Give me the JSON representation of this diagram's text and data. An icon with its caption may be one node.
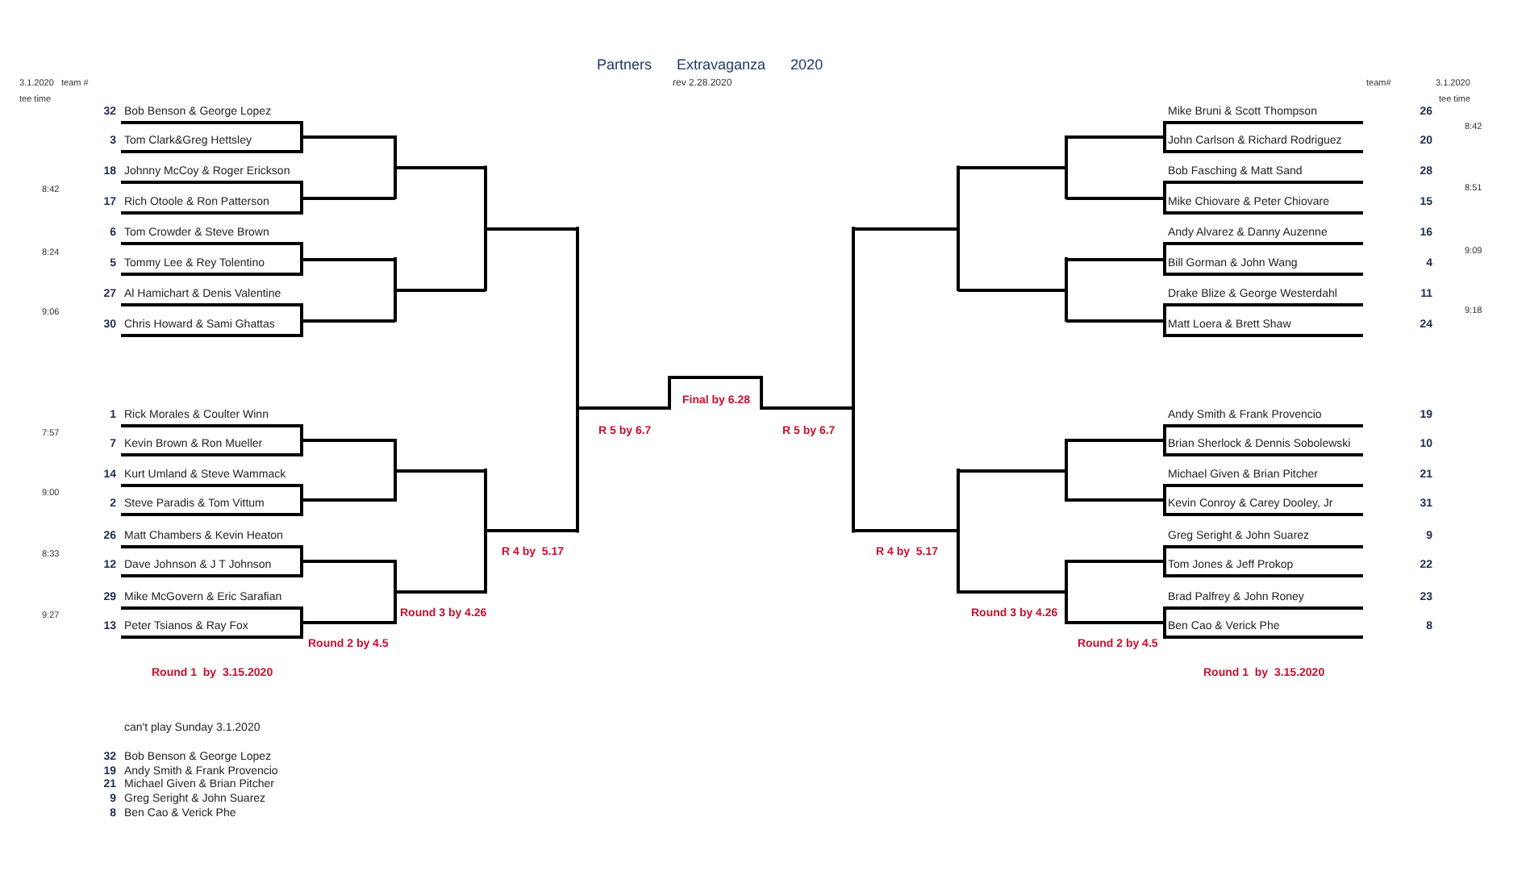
{
  "diagram": {
    "title": "Partners Extravaganza 2020",
    "nodes": [
      {
        "text": [
          "Bob Benson & George Lopez"
        ],
        "beside": [
          "32"
        ]
      },
      {
        "text": [
          "Tom Clark&Greg Hettsley"
        ],
        "beside": [
          "3"
        ]
      },
      {
        "text": [
          "Johnny McCoy & Roger Erickson"
        ],
        "beside": [
          "18"
        ]
      },
      {
        "text": [
          "Rich Otoole & Ron Patterson"
        ],
        "beside": [
          "17"
        ]
      },
      {
        "text": [
          "Tom Crowder & Steve Brown"
        ],
        "beside": [
          "6"
        ]
      },
      {
        "text": [
          "Tommy Lee & Rey Tolentino"
        ],
        "beside": [
          "5"
        ]
      },
      {
        "text": [
          "Al Hamichart & Denis Valentine"
        ],
        "beside": [
          "27"
        ]
      },
      {
        "text": [
          "Chris Howard & Sami Ghattas"
        ],
        "beside": [
          "30"
        ]
      },
      {
        "text": [
          "Rick Morales & Coulter Winn"
        ],
        "beside": [
          "1"
        ]
      },
      {
        "text": [
          "Kevin Brown & Ron Mueller"
        ],
        "beside": [
          "7"
        ]
      },
      {
        "text": [
          "Kurt Umland & Steve Wammack"
        ],
        "beside": [
          "14"
        ]
      },
      {
        "text": [
          "Steve Paradis & Tom Vittum"
        ],
        "beside": [
          "2"
        ]
      },
      {
        "text": [
          "Matt Chambers & Kevin Heaton"
        ],
        "beside": [
          "26"
        ]
      },
      {
        "text": [
          "Dave Johnson & J T Johnson"
        ],
        "beside": [
          "12"
        ]
      },
      {
        "text": [
          "Mike McGovern & Eric Sarafian"
        ],
        "beside": [
          "29"
        ]
      },
      {
        "text": [
          "Peter Tsianos & Ray Fox"
        ],
        "beside": [
          "13"
        ]
      },
      {
        "text": [],
        "shape": "line"
      },
      {
        "text": [],
        "shape": "line"
      },
      {
        "text": [],
        "shape": "line"
      },
      {
        "text": [],
        "shape": "line"
      },
      {
        "text": [],
        "shape": "line"
      },
      {
        "text": [],
        "shape": "line"
      },
      {
        "text": [],
        "shape": "line"
      },
      {
        "text": [],
        "shape": "line"
      },
      {
        "text": [],
        "shape": "line"
      },
      {
        "text": [],
        "shape": "line"
      },
      {
        "text": [],
        "shape": "line"
      },
      {
        "text": [],
        "shape": "line"
      },
      {
        "text": [],
        "shape": "line"
      },
      {
        "text": [],
        "shape": "line"
      },
      {
        "text": [],
        "shape": "line"
      },
      {
        "text": [],
        "shape": "line"
      },
      {
        "text": [],
        "shape": "line"
      },
      {
        "text": [],
        "shape": "line"
      },
      {
        "text": [],
        "shape": "line"
      },
      {
        "text": [],
        "shape": "line"
      },
      {
        "text": [],
        "shape": "line"
      },
      {
        "text": [],
        "shape": "line"
      },
      {
        "text": [],
        "shape": "line"
      },
      {
        "text": [],
        "shape": "line"
      },
      {
        "text": [],
        "shape": "line"
      },
      {
        "text": [],
        "shape": "line"
      },
      {
        "text": [],
        "shape": "line"
      },
      {
        "text": [],
        "shape": "line"
      },
      {
        "text": [],
        "shape": "line"
      },
      {
        "text": [],
        "shape": "line"
      },
      {
        "text": [],
        "shape": "line"
      },
      {
        "text": [
          "Mike Bruni & Scott Thompson"
        ]
      },
      {
        "text": [
          "John Carlson & Richard Rodriguez"
        ]
      },
      {
        "text": [
          "Bob Fasching & Matt Sand"
        ]
      },
      {
        "text": [
          "Mike Chiovare & Peter Chiovare"
        ]
      },
      {
        "text": [
          "Andy Alvarez & Danny Auzenne"
        ]
      },
      {
        "text": [
          "Bill Gorman & John Wang"
        ]
      },
      {
        "text": [
          "Drake Blize & George Westerdahl"
        ]
      },
      {
        "text": [
          "Matt Loera & Brett Shaw"
        ]
      },
      {
        "text": [
          "Andy Smith & Frank Provencio"
        ]
      },
      {
        "text": [
          "Brian Sherlock & Dennis Sobolewski"
        ]
      },
      {
        "text": [
          "Michael Given & Brian Pitcher"
        ]
      },
      {
        "text": [
          "Kevin Conroy & Carey Dooley, Jr"
        ]
      },
      {
        "text": [
          "Greg Seright & John Suarez"
        ]
      },
      {
        "text": [
          "Tom Jones & Jeff Prokop"
        ]
      },
      {
        "text": [
          "Brad Palfrey & John Roney"
        ]
      },
      {
        "text": [
          "Ben Cao & Verick Phe"
        ]
      }
    ],
    "edges": [
      {
        "from": 0,
        "to": 16,
        "arrow": "none"
      },
      {
        "from": 1,
        "to": 16,
        "arrow": "none"
      },
      {
        "from": 2,
        "to": 17,
        "arrow": "none"
      },
      {
        "from": 3,
        "to": 17,
        "arrow": "none"
      },
      {
        "from": 4,
        "to": 18,
        "arrow": "none"
      },
      {
        "from": 5,
        "to": 18,
        "arrow": "none"
      },
      {
        "from": 6,
        "to": 19,
        "arrow": "none"
      },
      {
        "from": 7,
        "to": 19,
        "arrow": "none"
      },
      {
        "from": 8,
        "to": 20,
        "arrow": "none"
      },
      {
        "from": 9,
        "to": 20,
        "arrow": "none"
      },
      {
        "from": 10,
        "to": 21,
        "arrow": "none"
      },
      {
        "from": 11,
        "to": 21,
        "arrow": "none"
      },
      {
        "from": 12,
        "to": 22,
        "arrow": "none"
      },
      {
        "from": 13,
        "to": 22,
        "arrow": "none"
      },
      {
        "from": 14,
        "to": 23,
        "arrow": "none"
      },
      {
        "from": 15,
        "to": 23,
        "arrow": "none"
      },
      {
        "from": 16,
        "to": 24,
        "arrow": "none"
      },
      {
        "from": 17,
        "to": 24,
        "arrow": "none"
      },
      {
        "from": 18,
        "to": 25,
        "arrow": "none"
      },
      {
        "from": 19,
        "to": 25,
        "arrow": "none"
      },
      {
        "from": 20,
        "to": 26,
        "arrow": "none"
      },
      {
        "from": 21,
        "to": 26,
        "arrow": "none"
      },
      {
        "from": 22,
        "to": 27,
        "arrow": "none"
      },
      {
        "from": 23,
        "to": 27,
        "arrow": "none"
      },
      {
        "from": 24,
        "to": 28,
        "arrow": "none"
      },
      {
        "from": 25,
        "to": 28,
        "arrow": "none"
      },
      {
        "from": 26,
        "to": 29,
        "arrow": "none"
      },
      {
        "from": 27,
        "to": 29,
        "arrow": "none"
      },
      {
        "from": 28,
        "to": 30,
        "arrow": "none"
      },
      {
        "from": 29,
        "to": 30,
        "arrow": "none"
      },
      {
        "from": 30,
        "to": 31,
        "arrow": "none"
      },
      {
        "from": 32,
        "to": 31,
        "arrow": "none"
      },
      {
        "from": 33,
        "to": 32,
        "arrow": "none"
      },
      {
        "from": 34,
        "to": 32,
        "arrow": "none"
      },
      {
        "from": 35,
        "to": 33,
        "arrow": "none"
      },
      {
        "from": 36,
        "to": 33,
        "arrow": "none"
      },
      {
        "from": 37,
        "to": 34,
        "arrow": "none"
      },
      {
        "from": 38,
        "to": 34,
        "arrow": "none"
      },
      {
        "from": 39,
        "to": 35,
        "arrow": "none"
      },
      {
        "from": 40,
        "to": 35,
        "arrow": "none"
      },
      {
        "from": 41,
        "to": 36,
        "arrow": "none"
      },
      {
        "from": 42,
        "to": 36,
        "arrow": "none"
      },
      {
        "from": 43,
        "to": 37,
        "arrow": "none"
      },
      {
        "from": 44,
        "to": 37,
        "arrow": "none"
      },
      {
        "from": 45,
        "to": 38,
        "arrow": "none"
      },
      {
        "from": 46,
        "to": 38,
        "arrow": "none"
      },
      {
        "from": 47,
        "to": 39,
        "arrow": "none"
      },
      {
        "from": 48,
        "to": 39,
        "arrow": "none"
      },
      {
        "from": 49,
        "to": 40,
        "arrow": "none"
      },
      {
        "from": 50,
        "to": 40,
        "arrow": "none"
      },
      {
        "from": 51,
        "to": 41,
        "arrow": "none"
      },
      {
        "from": 52,
        "to": 41,
        "arrow": "none"
      },
      {
        "from": 53,
        "to": 42,
        "arrow": "none"
      },
      {
        "from": 54,
        "to": 42,
        "arrow": "none"
      },
      {
        "from": 55,
        "to": 43,
        "arrow": "none"
      },
      {
        "from": 56,
        "to": 43,
        "arrow": "none"
      },
      {
        "from": 57,
        "to": 44,
        "arrow": "none"
      },
      {
        "from": 58,
        "to": 44,
        "arrow": "none"
      },
      {
        "from": 59,
        "to": 45,
        "arrow": "none"
      },
      {
        "from": 60,
        "to": 45,
        "arrow": "none"
      },
      {
        "from": 61,
        "to": 46,
        "arrow": "none"
      },
      {
        "from": 62,
        "to": 46,
        "arrow": "none"
      }
    ],
    "labels": [
      "3.1.2020",
      "team #",
      "tee time",
      "rev 2.28.2020",
      "team#",
      "3.1.2020",
      "tee time",
      "8:42",
      "8:24",
      "9:06",
      "7:57",
      "9:00",
      "8:33",
      "9:27",
      "8:42",
      "8:51",
      "9:09",
      "9:18",
      "26",
      "20",
      "28",
      "15",
      "16",
      "4",
      "11",
      "24",
      "19",
      "10",
      "21",
      "31",
      "9",
      "22",
      "23",
      "8",
      "Final by 6.28",
      "R 5 by 6.7",
      "R 5 by 6.7",
      "R 4 by  5.17",
      "R 4 by  5.17",
      "Round 3 by 4.26",
      "Round 3 by 4.26",
      "Round 2 by 4.5",
      "Round 2 by 4.5",
      "Round 1  by  3.15.2020",
      "Round 1  by  3.15.2020",
      "can't play Sunday 3.1.2020",
      "32",
      "Bob Benson & George Lopez",
      "19",
      "Andy Smith & Frank Provencio",
      "21",
      "Michael Given & Brian Pitcher",
      "9",
      "Greg Seright & John Suarez",
      "8",
      "Ben Cao & Verick Phe"
    ]
  }
}
